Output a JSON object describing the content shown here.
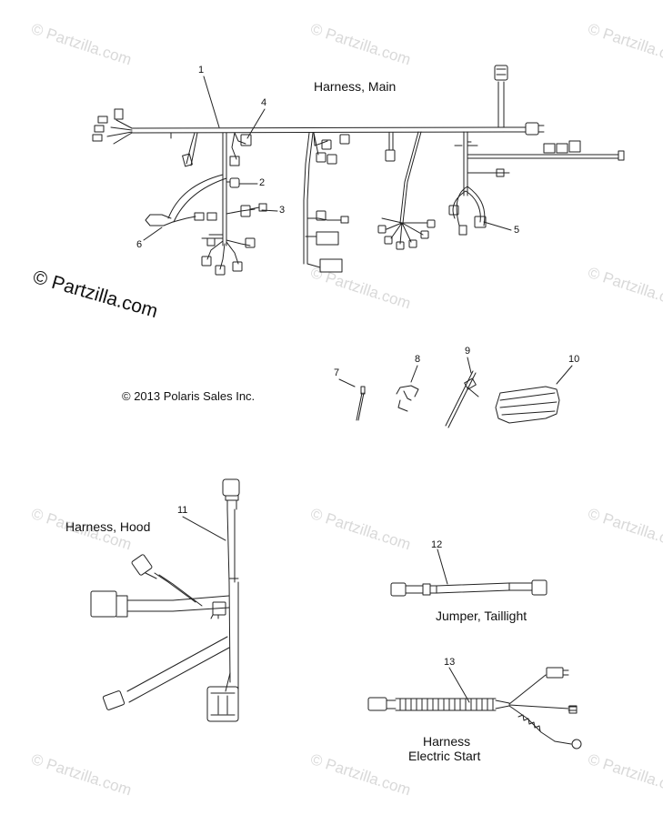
{
  "watermark": {
    "text": "© Partzilla.com"
  },
  "watermark_main": {
    "text": "© Partzilla.com"
  },
  "copyright": "© 2013 Polaris Sales Inc.",
  "group_labels": {
    "harness_main": "Harness, Main",
    "harness_hood": "Harness, Hood",
    "jumper_taillight": "Jumper, Taillight",
    "harness_electric_start_line1": "Harness",
    "harness_electric_start_line2": "Electric Start"
  },
  "callouts": [
    "1",
    "2",
    "3",
    "4",
    "5",
    "6",
    "7",
    "8",
    "9",
    "10",
    "11",
    "12",
    "13"
  ]
}
